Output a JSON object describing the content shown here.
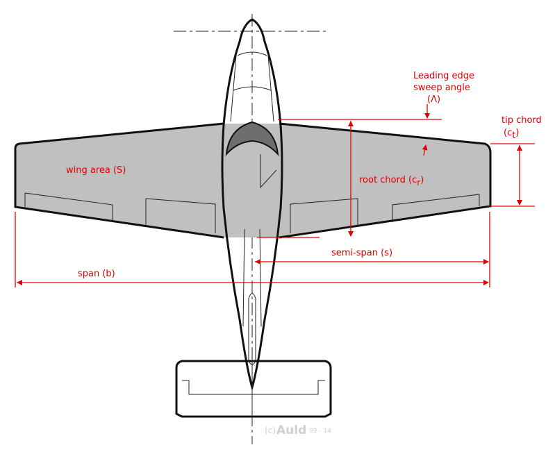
{
  "labels": {
    "wing_area": "wing area (S)",
    "root_chord": "root chord  (c",
    "root_chord_sub": "r",
    "root_chord_close": ")",
    "semi_span": "semi-span (s)",
    "span": "span (b)",
    "sweep_line1": "Leading edge",
    "sweep_line2": "sweep angle",
    "sweep_symbol": "(Λ)",
    "tip_chord": "tip chord",
    "tip_chord_symbol": "(c",
    "tip_chord_sub": "t",
    "tip_chord_close": ")"
  },
  "watermark": {
    "copyright": "(c)",
    "name": "Auld",
    "code": "99 - 14"
  },
  "colors": {
    "annotation": "#e00000",
    "wing_fill": "#c0c0c0",
    "canopy": "#6e6e6e"
  }
}
